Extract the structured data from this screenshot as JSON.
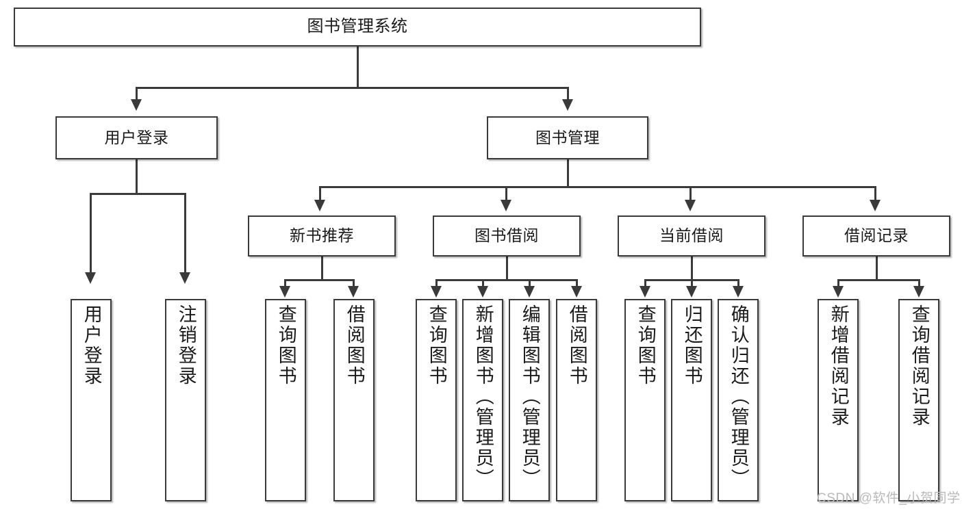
{
  "diagram": {
    "title": "图书管理系统",
    "watermark": "CSDN @软件_小贺同学",
    "levels": {
      "root": {
        "label": "图书管理系统"
      },
      "level2": [
        {
          "label": "用户登录"
        },
        {
          "label": "图书管理"
        }
      ],
      "level3": [
        {
          "label": "新书推荐"
        },
        {
          "label": "图书借阅"
        },
        {
          "label": "当前借阅"
        },
        {
          "label": "借阅记录"
        }
      ],
      "leaves": [
        {
          "label": "用户登录",
          "parent": "用户登录"
        },
        {
          "label": "注销登录",
          "parent": "用户登录"
        },
        {
          "label": "查询图书",
          "parent": "新书推荐"
        },
        {
          "label": "借阅图书",
          "parent": "新书推荐"
        },
        {
          "label": "查询图书",
          "parent": "图书借阅"
        },
        {
          "label": "新增图书（管理员）",
          "parent": "图书借阅"
        },
        {
          "label": "编辑图书（管理员）",
          "parent": "图书借阅"
        },
        {
          "label": "借阅图书",
          "parent": "图书借阅"
        },
        {
          "label": "查询图书",
          "parent": "当前借阅"
        },
        {
          "label": "归还图书",
          "parent": "当前借阅"
        },
        {
          "label": "确认归还（管理员）",
          "parent": "当前借阅"
        },
        {
          "label": "新增借阅记录",
          "parent": "借阅记录"
        },
        {
          "label": "查询借阅记录",
          "parent": "借阅记录"
        }
      ]
    },
    "colors": {
      "stroke": "#3a3a3a",
      "fill": "#ffffff",
      "text": "#1a1a1a",
      "watermark": "#b9b9b9"
    }
  }
}
